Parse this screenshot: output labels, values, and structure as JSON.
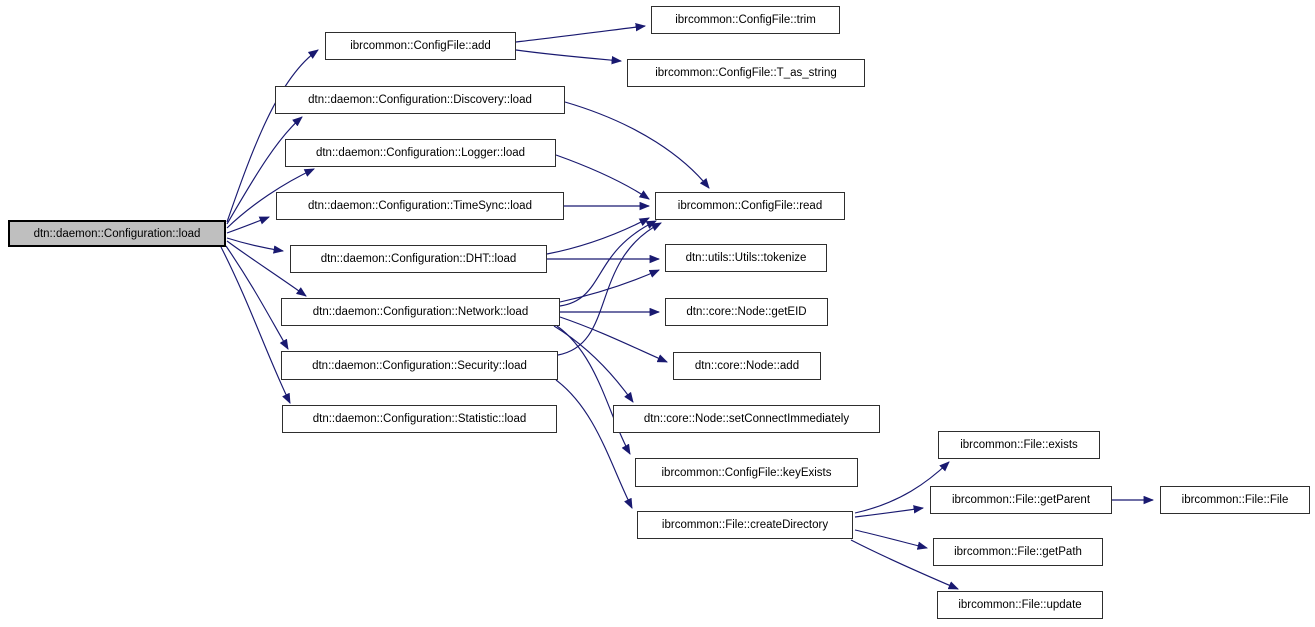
{
  "diagram": {
    "kind": "call-graph",
    "colors": {
      "background": "#ffffff",
      "edge": "#191970",
      "node_fill": "#ffffff",
      "node_border": "#2e2e2e",
      "root_fill": "#bfbfbf"
    }
  },
  "nodes": [
    {
      "id": "configuration-load",
      "label": "dtn::daemon::Configuration::load",
      "root": true
    },
    {
      "id": "configfile-add",
      "label": "ibrcommon::ConfigFile::add"
    },
    {
      "id": "configfile-trim",
      "label": "ibrcommon::ConfigFile::trim"
    },
    {
      "id": "configfile-t-as-string",
      "label": "ibrcommon::ConfigFile::T_as_string"
    },
    {
      "id": "discovery-load",
      "label": "dtn::daemon::Configuration::Discovery::load"
    },
    {
      "id": "logger-load",
      "label": "dtn::daemon::Configuration::Logger::load"
    },
    {
      "id": "timesync-load",
      "label": "dtn::daemon::Configuration::TimeSync::load"
    },
    {
      "id": "configfile-read",
      "label": "ibrcommon::ConfigFile::read"
    },
    {
      "id": "dht-load",
      "label": "dtn::daemon::Configuration::DHT::load"
    },
    {
      "id": "utils-tokenize",
      "label": "dtn::utils::Utils::tokenize"
    },
    {
      "id": "network-load",
      "label": "dtn::daemon::Configuration::Network::load"
    },
    {
      "id": "node-geteid",
      "label": "dtn::core::Node::getEID"
    },
    {
      "id": "node-add",
      "label": "dtn::core::Node::add"
    },
    {
      "id": "security-load",
      "label": "dtn::daemon::Configuration::Security::load"
    },
    {
      "id": "statistic-load",
      "label": "dtn::daemon::Configuration::Statistic::load"
    },
    {
      "id": "node-setconnectimmediately",
      "label": "dtn::core::Node::setConnectImmediately"
    },
    {
      "id": "configfile-keyexists",
      "label": "ibrcommon::ConfigFile::keyExists"
    },
    {
      "id": "file-createdirectory",
      "label": "ibrcommon::File::createDirectory"
    },
    {
      "id": "file-exists",
      "label": "ibrcommon::File::exists"
    },
    {
      "id": "file-getparent",
      "label": "ibrcommon::File::getParent"
    },
    {
      "id": "file-file",
      "label": "ibrcommon::File::File"
    },
    {
      "id": "file-getpath",
      "label": "ibrcommon::File::getPath"
    },
    {
      "id": "file-update",
      "label": "ibrcommon::File::update"
    }
  ],
  "edges": [
    {
      "from": "configuration-load",
      "to": "configfile-add"
    },
    {
      "from": "configuration-load",
      "to": "discovery-load"
    },
    {
      "from": "configuration-load",
      "to": "logger-load"
    },
    {
      "from": "configuration-load",
      "to": "timesync-load"
    },
    {
      "from": "configuration-load",
      "to": "dht-load"
    },
    {
      "from": "configuration-load",
      "to": "network-load"
    },
    {
      "from": "configuration-load",
      "to": "security-load"
    },
    {
      "from": "configuration-load",
      "to": "statistic-load"
    },
    {
      "from": "configfile-add",
      "to": "configfile-trim"
    },
    {
      "from": "configfile-add",
      "to": "configfile-t-as-string"
    },
    {
      "from": "discovery-load",
      "to": "configfile-read"
    },
    {
      "from": "logger-load",
      "to": "configfile-read"
    },
    {
      "from": "timesync-load",
      "to": "configfile-read"
    },
    {
      "from": "dht-load",
      "to": "configfile-read"
    },
    {
      "from": "dht-load",
      "to": "utils-tokenize"
    },
    {
      "from": "network-load",
      "to": "configfile-read"
    },
    {
      "from": "network-load",
      "to": "utils-tokenize"
    },
    {
      "from": "network-load",
      "to": "node-geteid"
    },
    {
      "from": "network-load",
      "to": "node-add"
    },
    {
      "from": "network-load",
      "to": "node-setconnectimmediately"
    },
    {
      "from": "network-load",
      "to": "configfile-keyexists"
    },
    {
      "from": "security-load",
      "to": "configfile-read"
    },
    {
      "from": "security-load",
      "to": "file-createdirectory"
    },
    {
      "from": "file-createdirectory",
      "to": "file-exists"
    },
    {
      "from": "file-createdirectory",
      "to": "file-getparent"
    },
    {
      "from": "file-createdirectory",
      "to": "file-getpath"
    },
    {
      "from": "file-createdirectory",
      "to": "file-update"
    },
    {
      "from": "file-getparent",
      "to": "file-file"
    }
  ]
}
